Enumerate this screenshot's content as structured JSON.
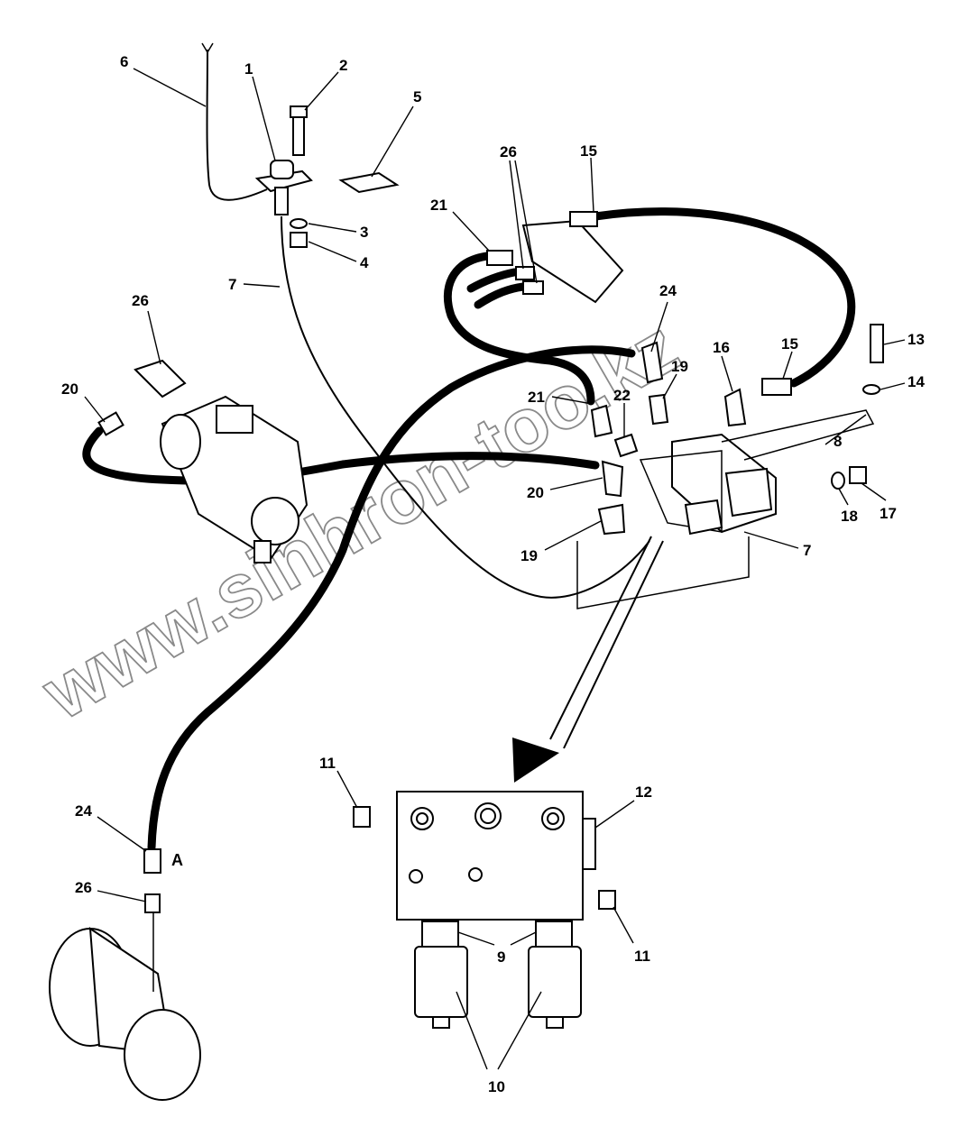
{
  "figure": {
    "callouts": [
      {
        "id": "c1",
        "text": "1"
      },
      {
        "id": "c2",
        "text": "2"
      },
      {
        "id": "c3",
        "text": "3"
      },
      {
        "id": "c4",
        "text": "4"
      },
      {
        "id": "c5",
        "text": "5"
      },
      {
        "id": "c6",
        "text": "6"
      },
      {
        "id": "c7a",
        "text": "7"
      },
      {
        "id": "c7b",
        "text": "7"
      },
      {
        "id": "c8",
        "text": "8"
      },
      {
        "id": "c9",
        "text": "9"
      },
      {
        "id": "c10",
        "text": "10"
      },
      {
        "id": "c11a",
        "text": "11"
      },
      {
        "id": "c11b",
        "text": "11"
      },
      {
        "id": "c12",
        "text": "12"
      },
      {
        "id": "c13",
        "text": "13"
      },
      {
        "id": "c14",
        "text": "14"
      },
      {
        "id": "c15a",
        "text": "15"
      },
      {
        "id": "c15b",
        "text": "15"
      },
      {
        "id": "c16",
        "text": "16"
      },
      {
        "id": "c17",
        "text": "17"
      },
      {
        "id": "c18",
        "text": "18"
      },
      {
        "id": "c19a",
        "text": "19"
      },
      {
        "id": "c19b",
        "text": "19"
      },
      {
        "id": "c20a",
        "text": "20"
      },
      {
        "id": "c20b",
        "text": "20"
      },
      {
        "id": "c21a",
        "text": "21"
      },
      {
        "id": "c21b",
        "text": "21"
      },
      {
        "id": "c22",
        "text": "22"
      },
      {
        "id": "c24a",
        "text": "24"
      },
      {
        "id": "c24b",
        "text": "24"
      },
      {
        "id": "c26a",
        "text": "26"
      },
      {
        "id": "c26b",
        "text": "26"
      },
      {
        "id": "c26c",
        "text": "26"
      }
    ],
    "detail_label": "A",
    "watermark": "www.sinhron-too.kz"
  }
}
